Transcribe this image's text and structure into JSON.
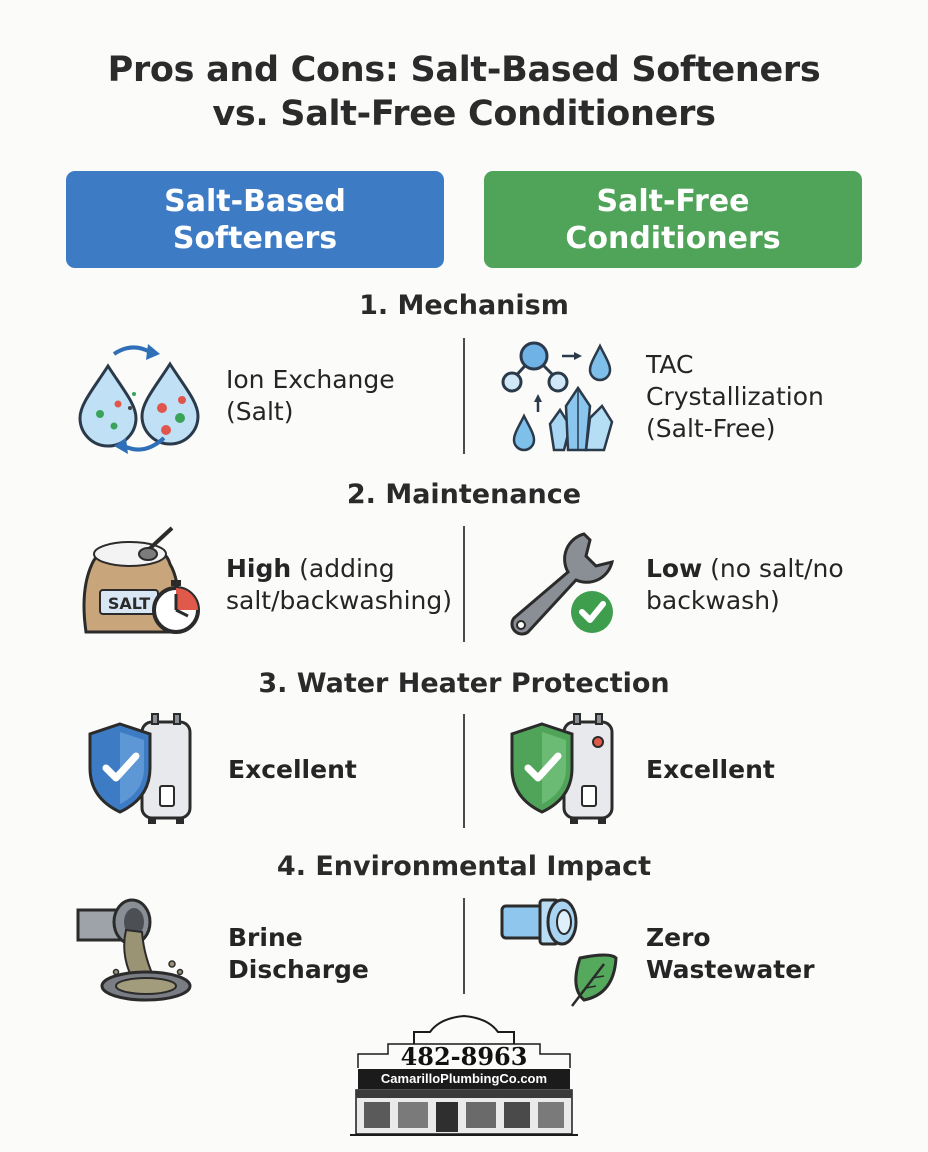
{
  "title": {
    "line1": "Pros and Cons: Salt-Based Softeners",
    "line2": "vs. Salt-Free Conditioners"
  },
  "columns": {
    "left": {
      "line1": "Salt-Based",
      "line2": "Softeners",
      "color": "#3d7cc4"
    },
    "right": {
      "line1": "Salt-Free",
      "line2": "Conditioners",
      "color": "#4fa459"
    }
  },
  "sections": [
    {
      "title": "1. Mechanism",
      "left": {
        "lines": [
          "Ion Exchange",
          "(Salt)"
        ],
        "icon": "water-drops-ion-exchange-icon"
      },
      "right": {
        "lines": [
          "TAC",
          "Crystallization",
          "(Salt-Free)"
        ],
        "icon": "molecule-crystal-icon"
      }
    },
    {
      "title": "2. Maintenance",
      "left": {
        "bold": "High",
        "rest": " (adding",
        "line2": "salt/backwashing)",
        "icon": "salt-bag-timer-icon",
        "bag_label": "SALT"
      },
      "right": {
        "bold": "Low",
        "rest": " (no salt/no",
        "line2": "backwash)",
        "icon": "wrench-check-icon"
      }
    },
    {
      "title": "3. Water Heater Protection",
      "left": {
        "text": "Excellent",
        "icon": "blue-shield-water-heater-icon"
      },
      "right": {
        "text": "Excellent",
        "icon": "green-shield-water-heater-icon"
      }
    },
    {
      "title": "4. Environmental Impact",
      "left": {
        "lines": [
          "Brine",
          "Discharge"
        ],
        "icon": "pipe-brine-discharge-icon"
      },
      "right": {
        "lines": [
          "Zero",
          "Wastewater"
        ],
        "icon": "pipe-leaf-icon"
      }
    }
  ],
  "logo": {
    "phone": "482-8963",
    "url": "CamarilloPlumbingCo.com"
  }
}
